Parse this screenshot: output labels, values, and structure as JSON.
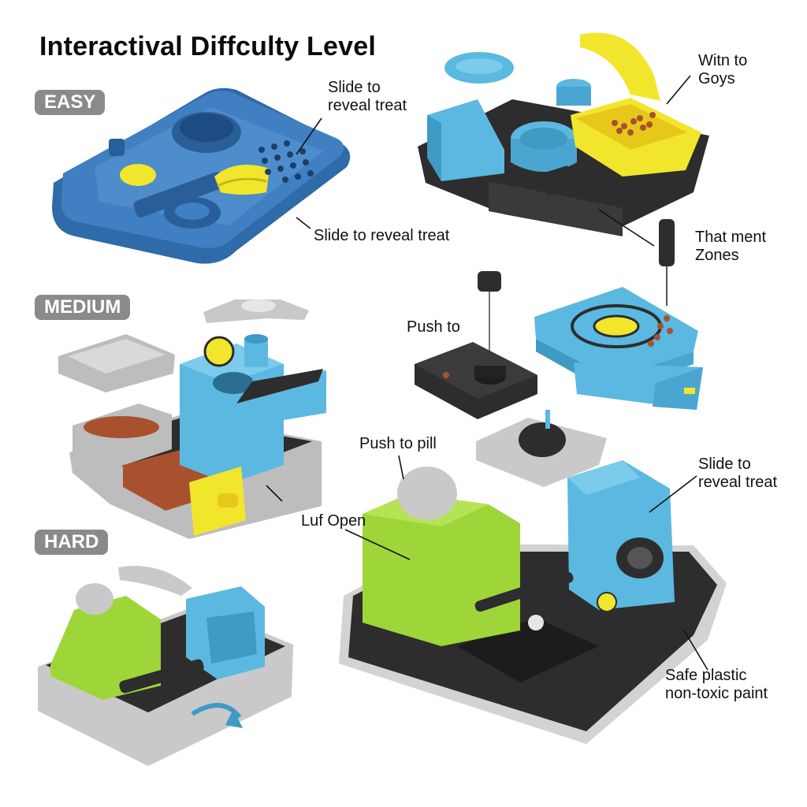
{
  "title": "Interactival Diffculty Level",
  "levels": {
    "easy": "EASY",
    "medium": "MEDIUM",
    "hard": "HARD"
  },
  "labels": {
    "easy_slide_top": "Slide to\nreveal treat",
    "easy_slide_bottom": "Slide to reveal treat",
    "witn_to_goys": "Witn to\nGoys",
    "that_ment_zones": "That ment\nZones",
    "push_to": "Push to",
    "push_to_pill": "Push to pill",
    "luf_open": "Luf Open",
    "hard_slide": "Slide to\nreveal treat",
    "safe_plastic": "Safe plastic\nnon-toxic paint"
  },
  "colors": {
    "blue": "#3a75b5",
    "light_blue": "#5bb8e0",
    "yellow": "#f2e62c",
    "green": "#9ed63a",
    "black": "#2d2d2d",
    "grey": "#bfbfbf",
    "kibble": "#a9512f"
  }
}
